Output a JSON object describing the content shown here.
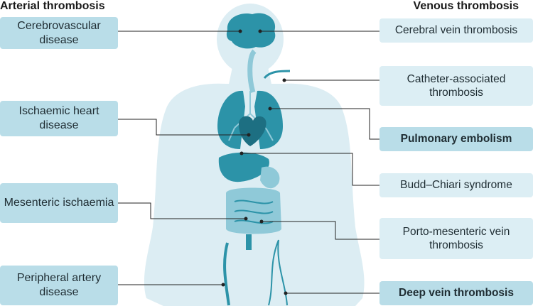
{
  "headings": {
    "arterial": "Arterial thrombosis",
    "venous": "Venous thrombosis"
  },
  "arterial": [
    {
      "label": "Cerebrovascular disease"
    },
    {
      "label": "Ischaemic heart disease"
    },
    {
      "label": "Mesenteric ischaemia"
    },
    {
      "label": "Peripheral artery disease"
    }
  ],
  "venous": [
    {
      "label": "Cerebral vein thrombosis"
    },
    {
      "label": "Catheter-associated thrombosis"
    },
    {
      "label": "Pulmonary embolism"
    },
    {
      "label": "Budd–Chiari syndrome"
    },
    {
      "label": "Porto-mesenteric vein thrombosis"
    },
    {
      "label": "Deep vein thrombosis"
    }
  ],
  "colors": {
    "body": "#dcedf3",
    "organ_light": "#8fc9d8",
    "organ_dark": "#2c93a8",
    "box_strong": "#b9dde8",
    "box_light": "#dceef4",
    "line": "#222222"
  }
}
